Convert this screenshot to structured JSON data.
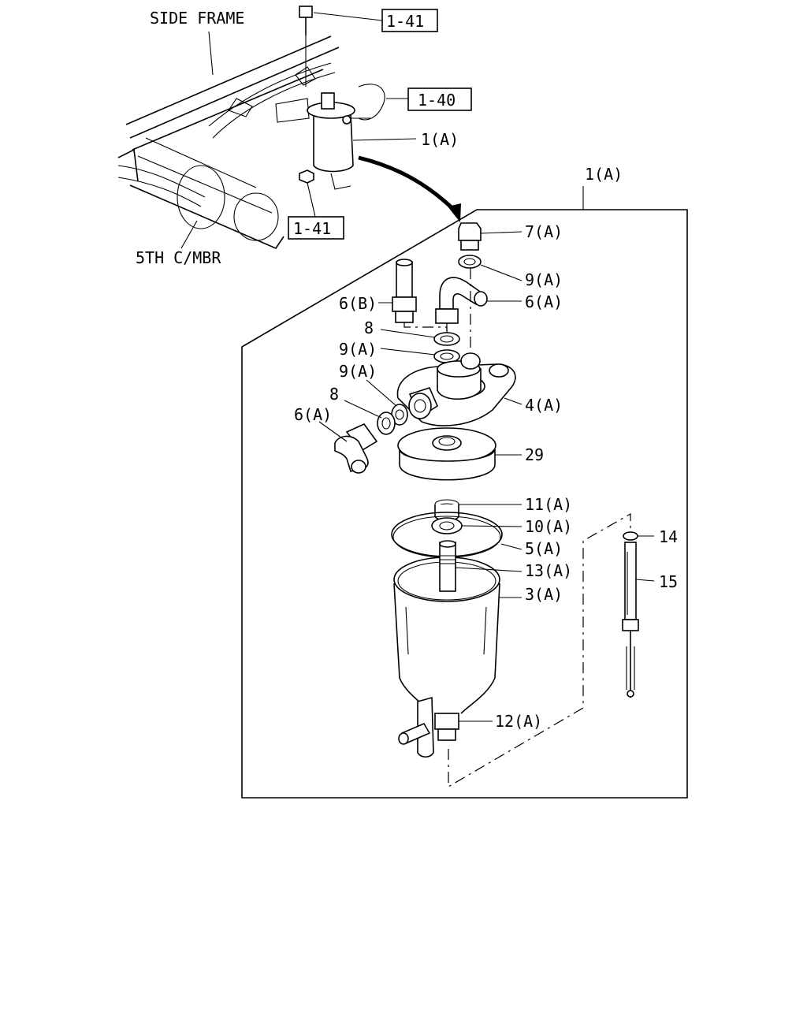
{
  "overview": {
    "side_frame": "SIDE FRAME",
    "fifth_crossmember": "5TH C/MBR",
    "ref_bolt": "1-41",
    "ref_hose": "1-40",
    "ref_nut": "1-41",
    "assembly": "1(A)"
  },
  "detail": {
    "header": "1(A)",
    "labels": {
      "p7a": "7(A)",
      "p9a_top": "9(A)",
      "p6a_top": "6(A)",
      "p6b": "6(B)",
      "p8_top": "8",
      "p9a_mid": "9(A)",
      "p9a_left": "9(A)",
      "p8_left": "8",
      "p6a_left": "6(A)",
      "p4a": "4(A)",
      "p29": "29",
      "p11a": "11(A)",
      "p10a": "10(A)",
      "p5a": "5(A)",
      "p13a": "13(A)",
      "p3a": "3(A)",
      "p14": "14",
      "p15": "15",
      "p12a": "12(A)"
    }
  }
}
